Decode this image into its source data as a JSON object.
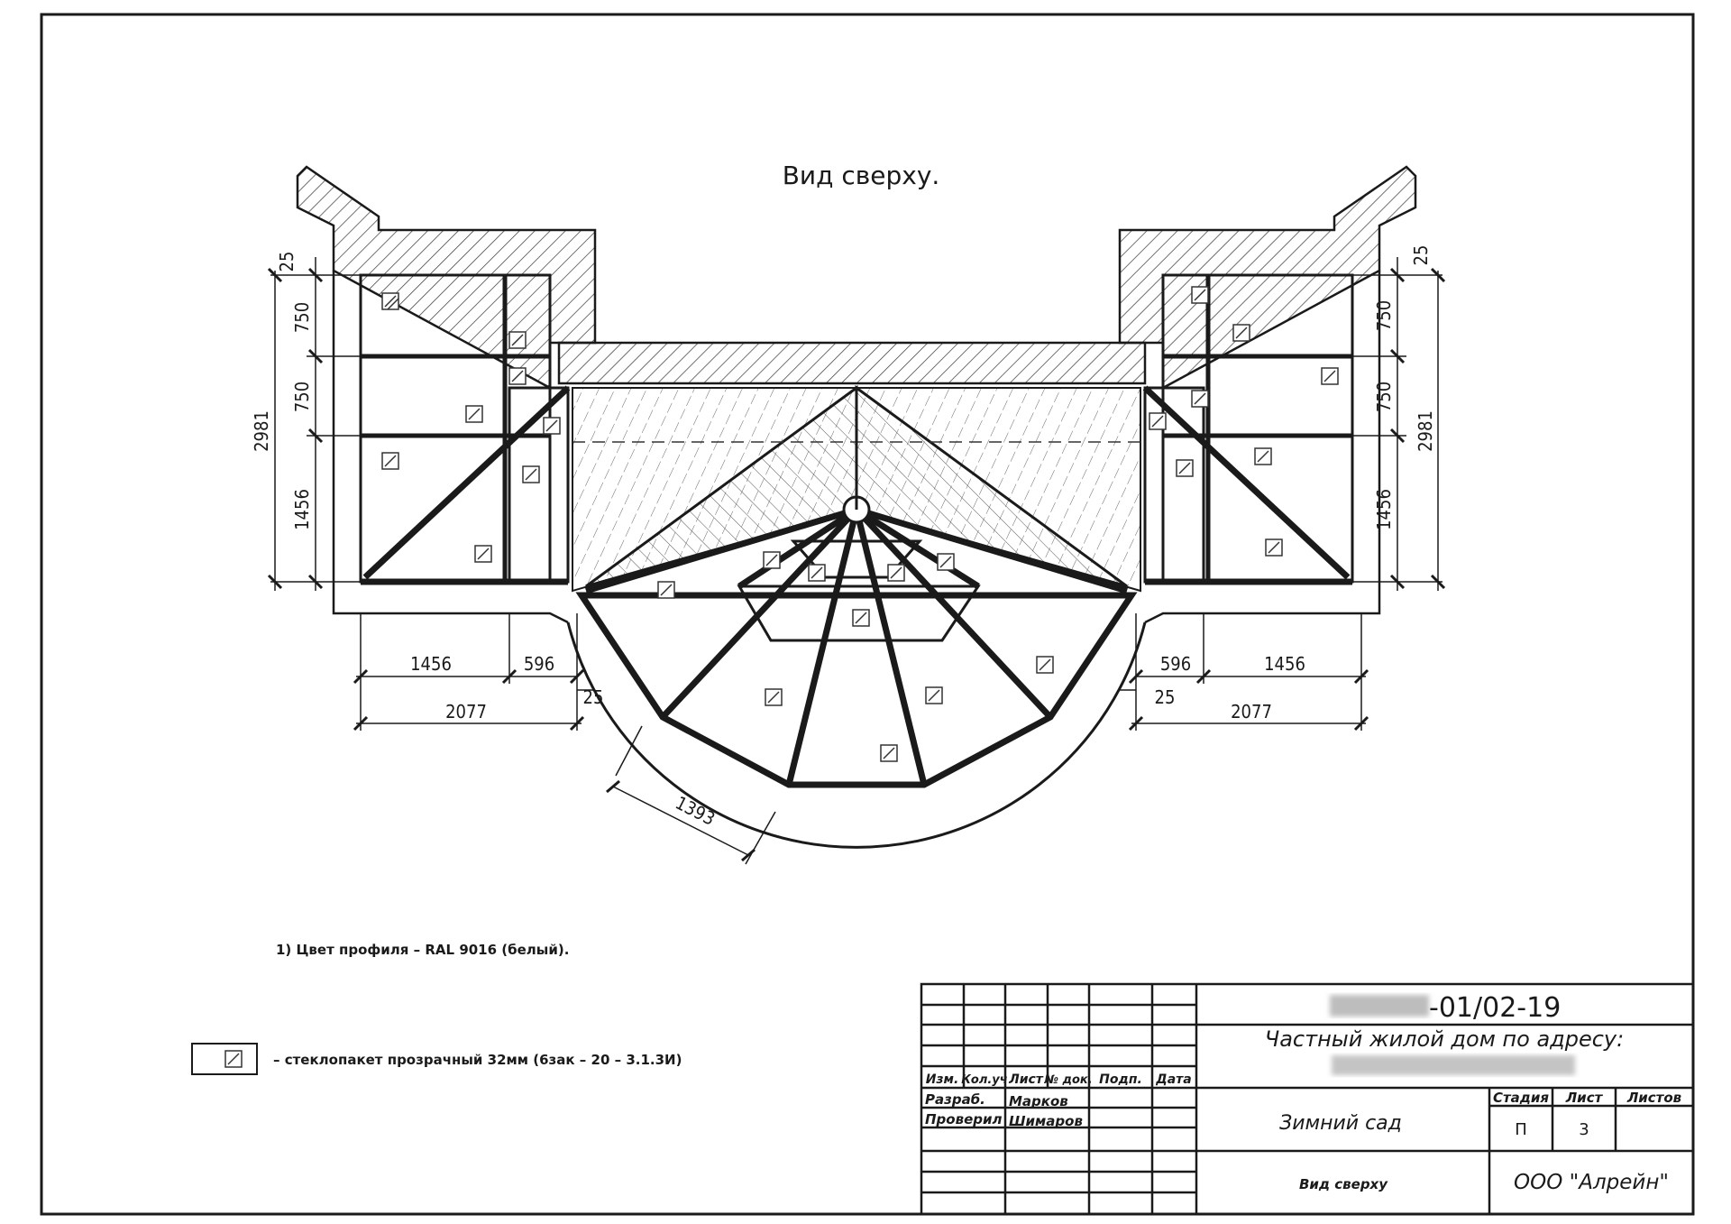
{
  "drawing": {
    "title": "Вид сверху.",
    "dimensions": {
      "left_top": "25",
      "left_a": "750",
      "left_b": "750",
      "left_c": "1456",
      "left_total": "2981",
      "right_top": "25",
      "right_a": "750",
      "right_b": "750",
      "right_c": "1456",
      "right_total": "2981",
      "bottom_left_a": "1456",
      "bottom_left_b": "596",
      "bottom_left_total": "2077",
      "bottom_left_gap": "25",
      "bottom_right_a": "596",
      "bottom_right_b": "1456",
      "bottom_right_total": "2077",
      "bottom_right_gap": "25",
      "radius": "1393"
    }
  },
  "notes": {
    "note1": "1) Цвет профиля – RAL 9016 (белый).",
    "legend": "– стеклопакет прозрачный 32мм (6зак – 20 – 3.1.3И)"
  },
  "title_block": {
    "doc_code_suffix": "-01/02-19",
    "object_line1": "Частный жилой дом по адресу:",
    "headers": [
      "Изм.",
      "Кол.уч",
      "Лист",
      "№ док.",
      "Подп.",
      "Дата"
    ],
    "role_dev": "Разраб.",
    "name_dev": "Марков",
    "role_check": "Проверил",
    "name_check": "Шимаров",
    "name_of_part": "Зимний сад",
    "stage_label": "Стадия",
    "sheet_label": "Лист",
    "sheets_label": "Листов",
    "stage_value": "П",
    "sheet_value": "3",
    "sheet_title": "Вид сверху",
    "company": "ООО \"Алрейн\""
  }
}
